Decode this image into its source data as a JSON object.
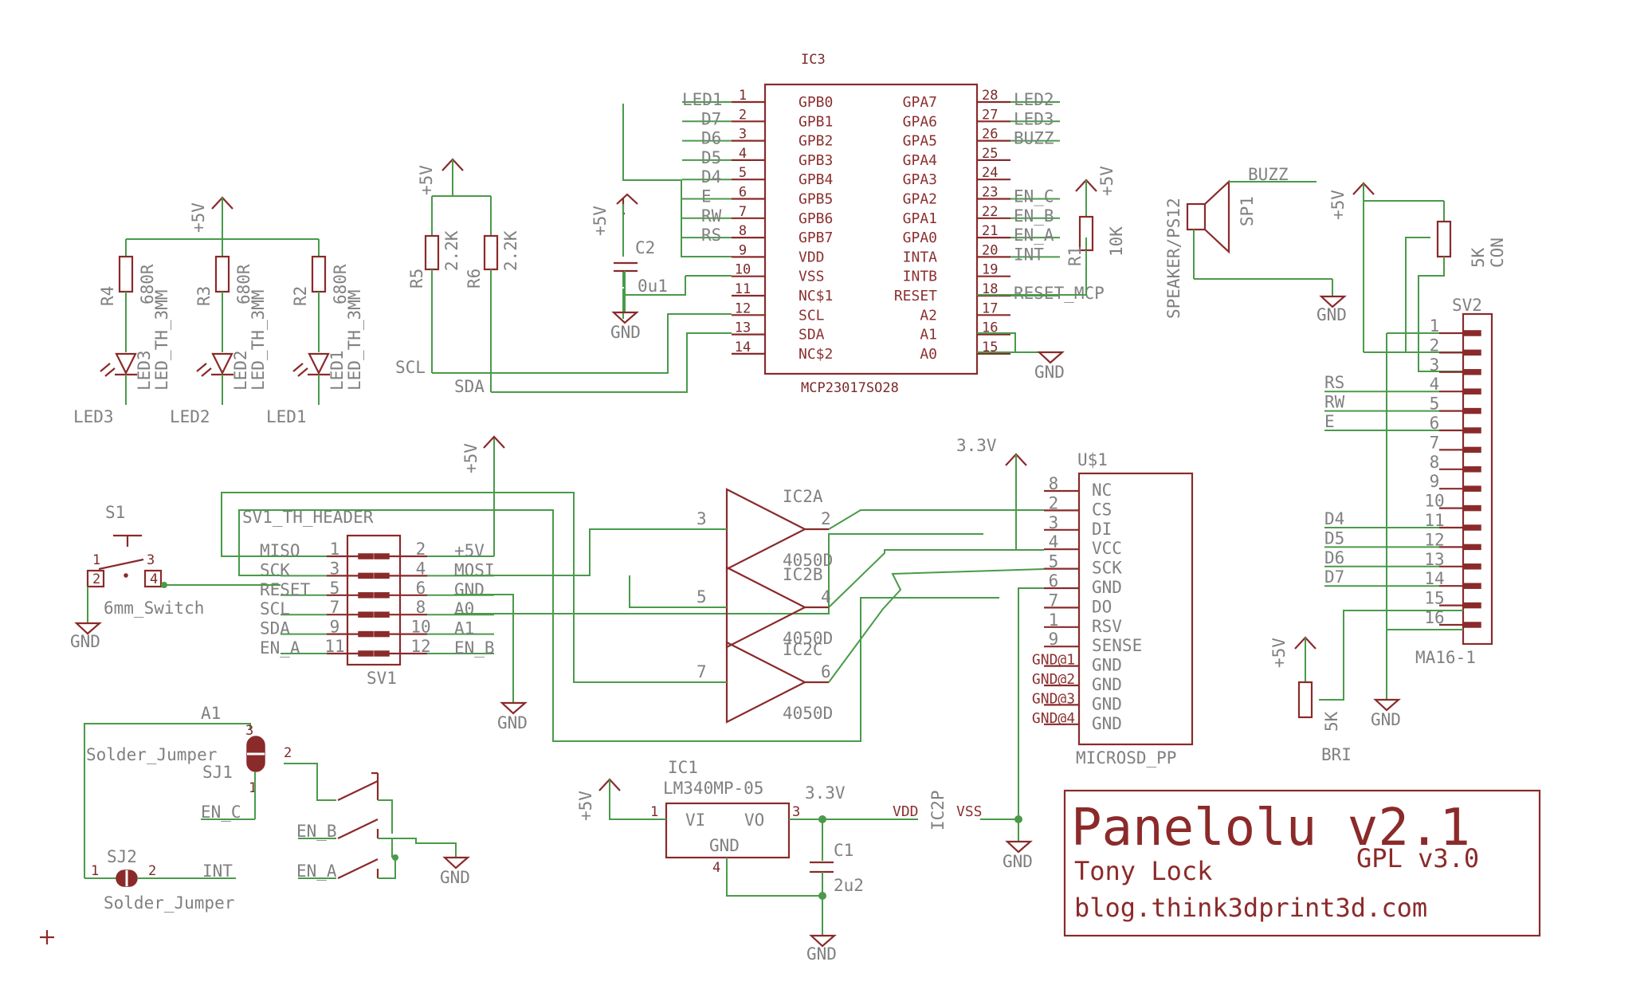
{
  "ic3": {
    "name": "IC3",
    "value": "MCP23017SO28",
    "left_pins": [
      {
        "num": "1",
        "name": "GPB0",
        "net": "LED1"
      },
      {
        "num": "2",
        "name": "GPB1",
        "net": "D7"
      },
      {
        "num": "3",
        "name": "GPB2",
        "net": "D6"
      },
      {
        "num": "4",
        "name": "GPB3",
        "net": "D5"
      },
      {
        "num": "5",
        "name": "GPB4",
        "net": "D4"
      },
      {
        "num": "6",
        "name": "GPB5",
        "net": "E"
      },
      {
        "num": "7",
        "name": "GPB6",
        "net": "RW"
      },
      {
        "num": "8",
        "name": "GPB7",
        "net": "RS"
      },
      {
        "num": "9",
        "name": "VDD",
        "net": ""
      },
      {
        "num": "10",
        "name": "VSS",
        "net": ""
      },
      {
        "num": "11",
        "name": "NC$1",
        "net": ""
      },
      {
        "num": "12",
        "name": "SCL",
        "net": ""
      },
      {
        "num": "13",
        "name": "SDA",
        "net": ""
      },
      {
        "num": "14",
        "name": "NC$2",
        "net": ""
      }
    ],
    "right_pins": [
      {
        "num": "28",
        "name": "GPA7",
        "net": "LED2"
      },
      {
        "num": "27",
        "name": "GPA6",
        "net": "LED3"
      },
      {
        "num": "26",
        "name": "GPA5",
        "net": "BUZZ"
      },
      {
        "num": "25",
        "name": "GPA4",
        "net": ""
      },
      {
        "num": "24",
        "name": "GPA3",
        "net": ""
      },
      {
        "num": "23",
        "name": "GPA2",
        "net": "EN_C"
      },
      {
        "num": "22",
        "name": "GPA1",
        "net": "EN_B"
      },
      {
        "num": "21",
        "name": "GPA0",
        "net": "EN_A"
      },
      {
        "num": "20",
        "name": "INTA",
        "net": "INT"
      },
      {
        "num": "19",
        "name": "INTB",
        "net": ""
      },
      {
        "num": "18",
        "name": "RESET",
        "net": "RESET_MCP"
      },
      {
        "num": "17",
        "name": "A2",
        "net": ""
      },
      {
        "num": "16",
        "name": "A1",
        "net": ""
      },
      {
        "num": "15",
        "name": "A0",
        "net": ""
      }
    ]
  },
  "usd": {
    "name": "U$1",
    "value": "MICROSD_PP",
    "power": "3.3V",
    "pins": [
      {
        "num": "8",
        "name": "NC"
      },
      {
        "num": "2",
        "name": "CS"
      },
      {
        "num": "3",
        "name": "DI"
      },
      {
        "num": "4",
        "name": "VCC"
      },
      {
        "num": "5",
        "name": "SCK"
      },
      {
        "num": "6",
        "name": "GND"
      },
      {
        "num": "7",
        "name": "DO"
      },
      {
        "num": "1",
        "name": "RSV"
      },
      {
        "num": "9",
        "name": "SENSE"
      },
      {
        "num": "GND@1",
        "name": "GND"
      },
      {
        "num": "GND@2",
        "name": "GND"
      },
      {
        "num": "GND@3",
        "name": "GND"
      },
      {
        "num": "GND@4",
        "name": "GND"
      }
    ]
  },
  "sv2": {
    "name": "SV2",
    "value": "MA16-1",
    "pins": [
      "1",
      "2",
      "3",
      "4",
      "5",
      "6",
      "7",
      "8",
      "9",
      "10",
      "11",
      "12",
      "13",
      "14",
      "15",
      "16"
    ],
    "nets": {
      "4": "RS",
      "5": "RW",
      "6": "E",
      "11": "D4",
      "12": "D5",
      "13": "D6",
      "14": "D7"
    }
  },
  "sv1": {
    "name": "SV1",
    "value": "SV1_TH_HEADER",
    "left": [
      {
        "net": "MISO",
        "num": "1"
      },
      {
        "net": "SCK",
        "num": "3"
      },
      {
        "net": "RESET",
        "num": "5"
      },
      {
        "net": "SCL",
        "num": "7"
      },
      {
        "net": "SDA",
        "num": "9"
      },
      {
        "net": "EN_A",
        "num": "11"
      }
    ],
    "right": [
      {
        "num": "2",
        "net": "+5V"
      },
      {
        "num": "4",
        "net": "MOSI"
      },
      {
        "num": "6",
        "net": "GND"
      },
      {
        "num": "8",
        "net": "A0"
      },
      {
        "num": "10",
        "net": "A1"
      },
      {
        "num": "12",
        "net": "EN_B"
      }
    ]
  },
  "buffers": [
    {
      "name": "IC2A",
      "value": "4050D",
      "in": "3",
      "out": "2"
    },
    {
      "name": "IC2B",
      "value": "4050D",
      "in": "5",
      "out": "4"
    },
    {
      "name": "IC2C",
      "value": "4050D",
      "in": "7",
      "out": "6"
    }
  ],
  "leds": [
    {
      "res": "R4",
      "res_val": "680R",
      "led": "LED3",
      "led_val": "LED_TH_3MM",
      "net": "LED3"
    },
    {
      "res": "R3",
      "res_val": "680R",
      "led": "LED2",
      "led_val": "LED_TH_3MM",
      "net": "LED2"
    },
    {
      "res": "R2",
      "res_val": "680R",
      "led": "LED1",
      "led_val": "LED_TH_3MM",
      "net": "LED1"
    }
  ],
  "misc": {
    "pwr5v": "+5V",
    "gnd": "GND",
    "v33": "3.3V",
    "r5": "R5",
    "r5v": "2.2K",
    "r6": "R6",
    "r6v": "2.2K",
    "r1": "R1",
    "r1v": "10K",
    "c2": "C2",
    "c2v": "0u1",
    "c1": "C1",
    "c1v": "2u2",
    "scl": "SCL",
    "sda": "SDA",
    "speaker": "SPEAKER/PS12",
    "sp1": "SP1",
    "buzz": "BUZZ",
    "con": "CON",
    "pot5k": "5K",
    "bri": "BRI",
    "s1": "S1",
    "switch": "6mm_Switch",
    "sj1": "SJ1",
    "sj2": "SJ2",
    "sj_type": "Solder_Jumper",
    "a1": "A1",
    "en_c": "EN_C",
    "en_b": "EN_B",
    "en_a": "EN_A",
    "int": "INT",
    "ic1": "IC1",
    "ic1v": "LM340MP-05",
    "vi": "VI",
    "vo": "VO",
    "ic2p": "IC2P",
    "vdd": "VDD",
    "vss": "VSS"
  },
  "titleblock": {
    "title": "Panelolu v2.1",
    "license": "GPL v3.0",
    "author": "Tony Lock",
    "url": "blog.think3dprint3d.com"
  }
}
